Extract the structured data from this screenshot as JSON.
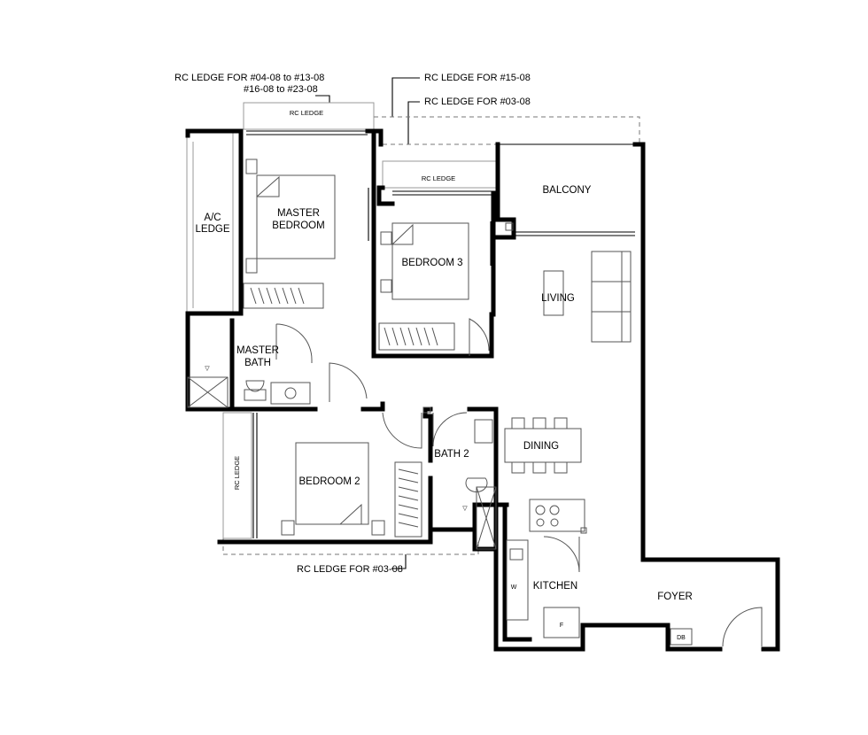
{
  "callouts": {
    "rc_ledge_04_13_line1": "RC LEDGE FOR #04-08 to #13-08",
    "rc_ledge_04_13_line2": "#16-08 to #23-08",
    "rc_ledge_15": "RC LEDGE FOR #15-08",
    "rc_ledge_03_top": "RC LEDGE FOR #03-08",
    "rc_ledge_03_bottom": "RC LEDGE FOR #03-08"
  },
  "ledges": {
    "master_rc": "RC LEDGE",
    "bedroom3_rc": "RC LEDGE",
    "bedroom2_rc": "RC LEDGE"
  },
  "rooms": {
    "ac_ledge_line1": "A/C",
    "ac_ledge_line2": "LEDGE",
    "master_bedroom_line1": "MASTER",
    "master_bedroom_line2": "BEDROOM",
    "master_bath_line1": "MASTER",
    "master_bath_line2": "BATH",
    "bedroom3": "BEDROOM 3",
    "balcony": "BALCONY",
    "living": "LIVING",
    "bedroom2": "BEDROOM 2",
    "bath2": "BATH 2",
    "dining": "DINING",
    "kitchen": "KITCHEN",
    "foyer": "FOYER"
  },
  "fixtures": {
    "washer": "W",
    "fridge": "F",
    "distribution_board": "DB"
  }
}
